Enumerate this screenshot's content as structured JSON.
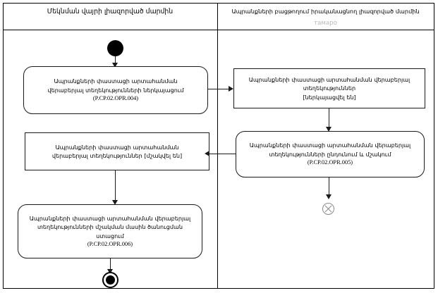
{
  "diagram": {
    "type": "uml-activity-diagram-swimlanes",
    "lanes": [
      {
        "id": "left",
        "title": "Մեկնման վայրի լիազորված մարմին",
        "subtitle": ""
      },
      {
        "id": "right",
        "title": "Ապրանքների բացթողում իրականացնող լիազորված մարմին",
        "subtitle": "тамаро"
      }
    ],
    "nodes": {
      "initial": {
        "kind": "initial-node",
        "label": ""
      },
      "activity_004": {
        "kind": "activity",
        "lines": [
          "Ապրանքների փաստացի արտահանման",
          "վերաբերյալ տեղեկությունների ներկայացում"
        ],
        "code": "(P.CP.02.OPR.004)"
      },
      "object_presented": {
        "kind": "object",
        "lines": [
          "Ապրանքների փաստացի արտահանման վերաբերյալ",
          "տեղեկություններ",
          "[ներկայացվել են]"
        ],
        "code": ""
      },
      "activity_005": {
        "kind": "activity",
        "lines": [
          "Ապրանքների փաստացի արտահանման վերաբերյալ",
          "տեղեկությունների ընդունում և մշակում"
        ],
        "code": "(P.CP.02.OPR.005)"
      },
      "object_processed": {
        "kind": "object",
        "lines": [
          "Ապրանքների փաստացի արտահանման",
          "վերաբերյալ տեղեկություններ [մշակվել են]"
        ],
        "code": ""
      },
      "activity_006": {
        "kind": "activity",
        "lines": [
          "Ապրանքների փաստացի արտահանման վերաբերյալ",
          "տեղեկությունների մշակման մասին ծանուցման",
          "ստացում"
        ],
        "code": "(P.CP.02.OPR.006)"
      },
      "flow_final": {
        "kind": "flow-final-node",
        "label": ""
      },
      "final": {
        "kind": "final-node",
        "label": ""
      }
    },
    "colors": {
      "stroke": "#1a1a1a",
      "background": "#ffffff",
      "flow_final_stroke": "#8a8a8a",
      "faded_text": "#b9b9b9"
    }
  }
}
